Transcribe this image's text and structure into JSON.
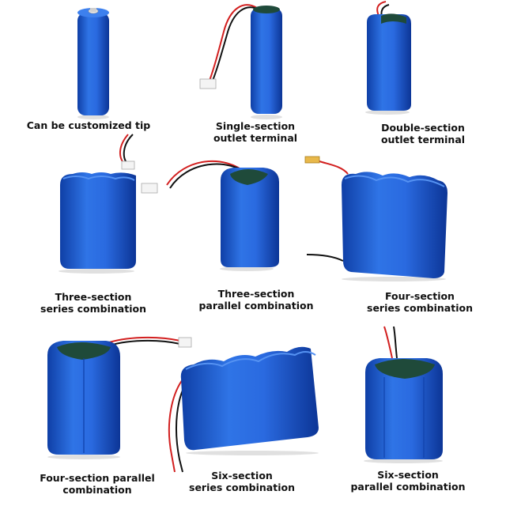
{
  "items": [
    {
      "lines": [
        "Can be customized tip"
      ],
      "icon": "single-cell-battery"
    },
    {
      "lines": [
        "Single-section",
        "outlet terminal"
      ],
      "icon": "single-cell-battery-with-lead"
    },
    {
      "lines": [
        "Double-section",
        "outlet terminal"
      ],
      "icon": "two-cell-pack"
    },
    {
      "lines": [
        "Three-section",
        "series combination"
      ],
      "icon": "three-cell-series-pack"
    },
    {
      "lines": [
        "Three-section",
        "parallel combination"
      ],
      "icon": "three-cell-parallel-pack"
    },
    {
      "lines": [
        "Four-section",
        "series combination"
      ],
      "icon": "four-cell-series-pack"
    },
    {
      "lines": [
        "Four-section parallel",
        "combination"
      ],
      "icon": "four-cell-parallel-pack"
    },
    {
      "lines": [
        "Six-section",
        "series combination"
      ],
      "icon": "six-cell-series-pack"
    },
    {
      "lines": [
        "Six-section",
        "parallel combination"
      ],
      "icon": "six-cell-parallel-pack"
    }
  ],
  "colors": {
    "battery_blue": "#1d5fd6",
    "battery_dark": "#0d3ea8",
    "battery_light": "#4f8cf0",
    "insulator_green": "#1f4a3a",
    "wire_red": "#d21f1f",
    "wire_black": "#111111",
    "connector": "#f4f4f4"
  }
}
